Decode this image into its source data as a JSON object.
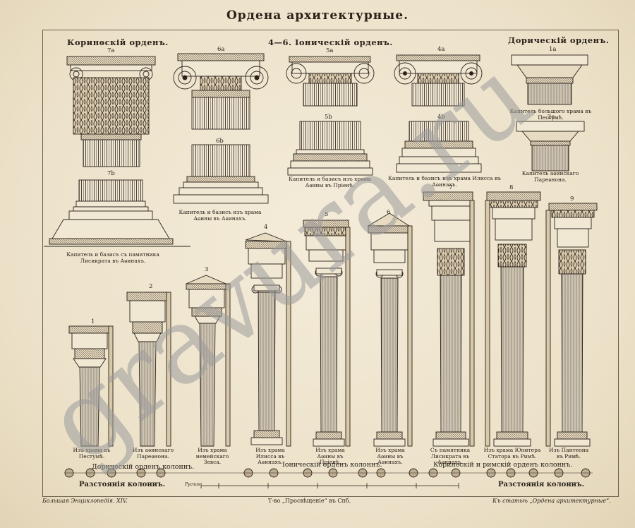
{
  "title": "Ордена архитектурные.",
  "sections": {
    "corinthian": "Коринѳскій орденъ.",
    "ionic": "4—6. Іоническій орденъ.",
    "doric": "Дорическій орденъ."
  },
  "numbers": {
    "n7a": "7a",
    "n7b": "7b",
    "n6a": "6a",
    "n6b": "6b",
    "n5a": "5a",
    "n5b": "5b",
    "n4a": "4a",
    "n4b": "4b",
    "n1a": "1a",
    "n2a": "2a",
    "c1": "1",
    "c2": "2",
    "c3": "3",
    "c4": "4",
    "c5": "5",
    "c6": "6",
    "c7": "7",
    "c8": "8",
    "c9": "9"
  },
  "captions": {
    "cap7": "Капитель и базисъ съ памятника Лисикрата въ Аѳинахъ.",
    "cap6": "Капитель и базисъ изъ храма Аѳины въ Аѳинахъ.",
    "cap5": "Капитель и базисъ изъ храма Аѳины въ Пріенѣ.",
    "cap4": "Капитель и базисъ изъ храма Илисса въ Аѳинахъ.",
    "cap1": "Капитель большого храма въ Пестумѣ.",
    "cap2": "Капитель аѳинскаго Пареѳнона."
  },
  "columns": [
    "Изъ храма въ Пестумѣ.",
    "Изъ аѳинскаго Пареѳнона.",
    "Изъ храма немейскаго Зевса.",
    "Изъ храма Илисса въ Аѳинахъ.",
    "Изъ храма Аѳины въ Пріенѣ.",
    "Изъ храма Аѳины въ Аѳинахъ.",
    "Съ памятника Лисикрата въ Аѳинахъ.",
    "Изъ храма Юпитера Статора въ Римѣ.",
    "Изъ Пантеона въ Римѣ."
  ],
  "bottom": {
    "doric_row": "Дорическій орденъ колоннъ.",
    "ionic_row": "Іоническій орденъ колоннъ.",
    "corinth_row": "Коринѳскій и римскій орденъ колоннъ.",
    "spacing_left": "Разстоянія колоннъ.",
    "spacing_right": "Разстоянія колоннъ.",
    "scale_label": "Pycnos"
  },
  "footer": {
    "left": "Большая Энциклопедія. XIV.",
    "center": "Т-во „Просвѣщеніе“ въ Спб.",
    "right": "Къ статьѣ „Ордена архитектурные“."
  },
  "watermark": "gravura.ru"
}
